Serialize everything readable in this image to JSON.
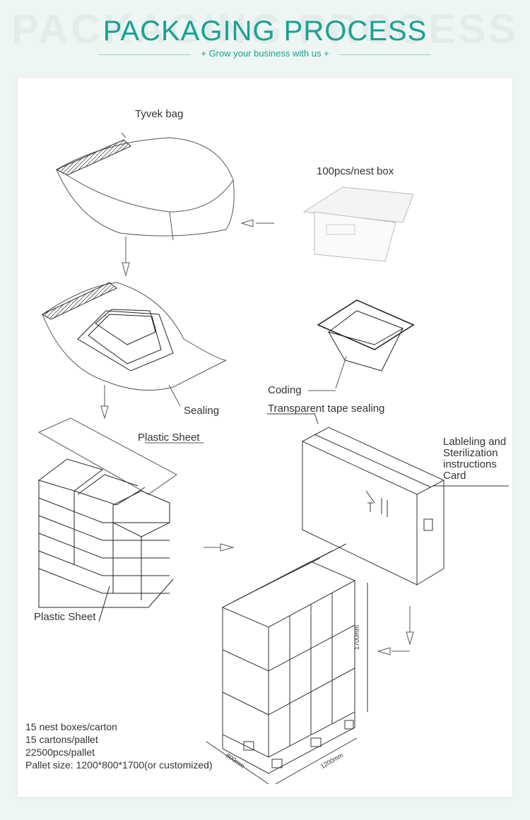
{
  "header": {
    "watermark": "PACKAGING PROCESS",
    "title": "PACKAGING PROCESS",
    "subtitle": "+ Grow your business with us +"
  },
  "labels": {
    "tyvek_bag": "Tyvek bag",
    "nest_box": "100pcs/nest box",
    "coding": "Coding",
    "sealing": "Sealing",
    "transparent_tape": "Transparent tape sealing",
    "plastic_sheet_top": "Plastic Sheet",
    "plastic_sheet_bottom": "Plastic Sheet",
    "labeling_1": "Lableling and",
    "labeling_2": "Sterilization",
    "labeling_3": "instructions",
    "labeling_4": "Card",
    "dim_height": "1700mm",
    "dim_width": "800mm",
    "dim_length": "1200mm"
  },
  "info": [
    "15 nest boxes/carton",
    "15 cartons/pallet",
    "22500pcs/pallet",
    "Pallet size: 1200*800*1700(or customized)"
  ],
  "colors": {
    "accent": "#17a294",
    "line": "#555555"
  }
}
